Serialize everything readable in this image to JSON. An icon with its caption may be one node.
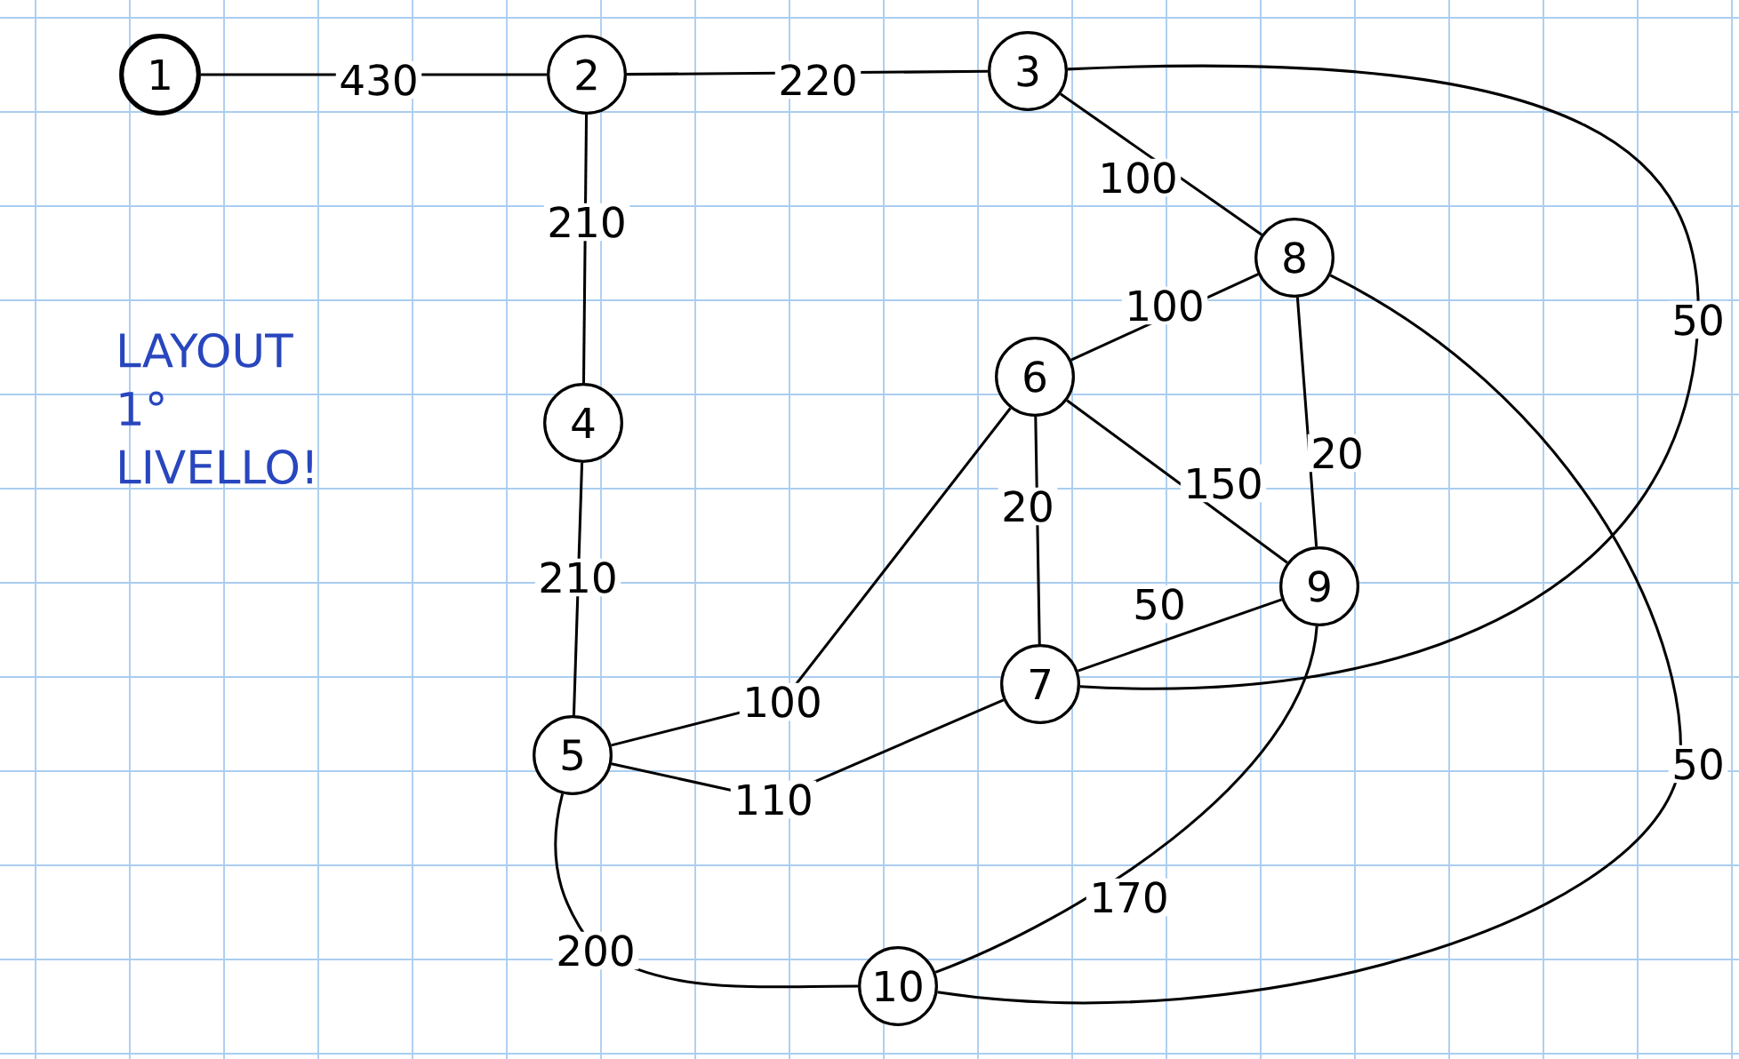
{
  "diagram": {
    "nodes": [
      {
        "text": [
          "1"
        ]
      },
      {
        "text": [
          "2"
        ]
      },
      {
        "text": [
          "3"
        ]
      },
      {
        "text": [
          "4"
        ]
      },
      {
        "text": [
          "5"
        ]
      },
      {
        "text": [
          "6"
        ]
      },
      {
        "text": [
          "7"
        ]
      },
      {
        "text": [
          "8"
        ]
      },
      {
        "text": [
          "9"
        ]
      },
      {
        "text": [
          "10"
        ]
      }
    ],
    "edges": [
      {
        "from": 0,
        "to": 1,
        "arrow": "none",
        "label": "430"
      },
      {
        "from": 1,
        "to": 2,
        "arrow": "none",
        "label": "220"
      },
      {
        "from": 1,
        "to": 3,
        "arrow": "none",
        "label": "210"
      },
      {
        "from": 3,
        "to": 4,
        "arrow": "none",
        "label": "210"
      },
      {
        "from": 2,
        "to": 7,
        "arrow": "none",
        "label": "100"
      },
      {
        "from": 2,
        "to": 6,
        "arrow": "none",
        "label": "50"
      },
      {
        "from": 7,
        "to": 5,
        "arrow": "none",
        "label": "100"
      },
      {
        "from": 7,
        "to": 8,
        "arrow": "none",
        "label": "20"
      },
      {
        "from": 7,
        "to": 9,
        "arrow": "none",
        "label": "50"
      },
      {
        "from": 5,
        "to": 8,
        "arrow": "none",
        "label": "150"
      },
      {
        "from": 5,
        "to": 6,
        "arrow": "none",
        "label": "20"
      },
      {
        "from": 4,
        "to": 5,
        "arrow": "none",
        "label": "100"
      },
      {
        "from": 4,
        "to": 6,
        "arrow": "none",
        "label": "110"
      },
      {
        "from": 6,
        "to": 8,
        "arrow": "none",
        "label": "50"
      },
      {
        "from": 8,
        "to": 9,
        "arrow": "none",
        "label": "170"
      },
      {
        "from": 4,
        "to": 9,
        "arrow": "none",
        "label": "200"
      }
    ],
    "labels": [
      "LAYOUT 1° LIVELLO!"
    ]
  }
}
